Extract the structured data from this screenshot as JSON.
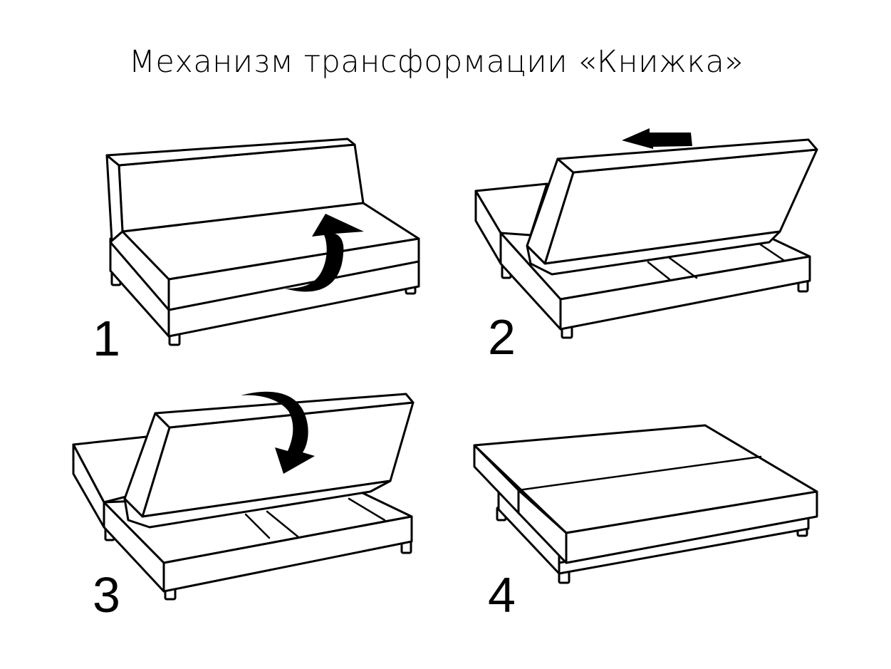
{
  "title": "Механизм трансформации «Книжка»",
  "steps": [
    {
      "number": "1"
    },
    {
      "number": "2"
    },
    {
      "number": "3"
    },
    {
      "number": "4"
    }
  ]
}
